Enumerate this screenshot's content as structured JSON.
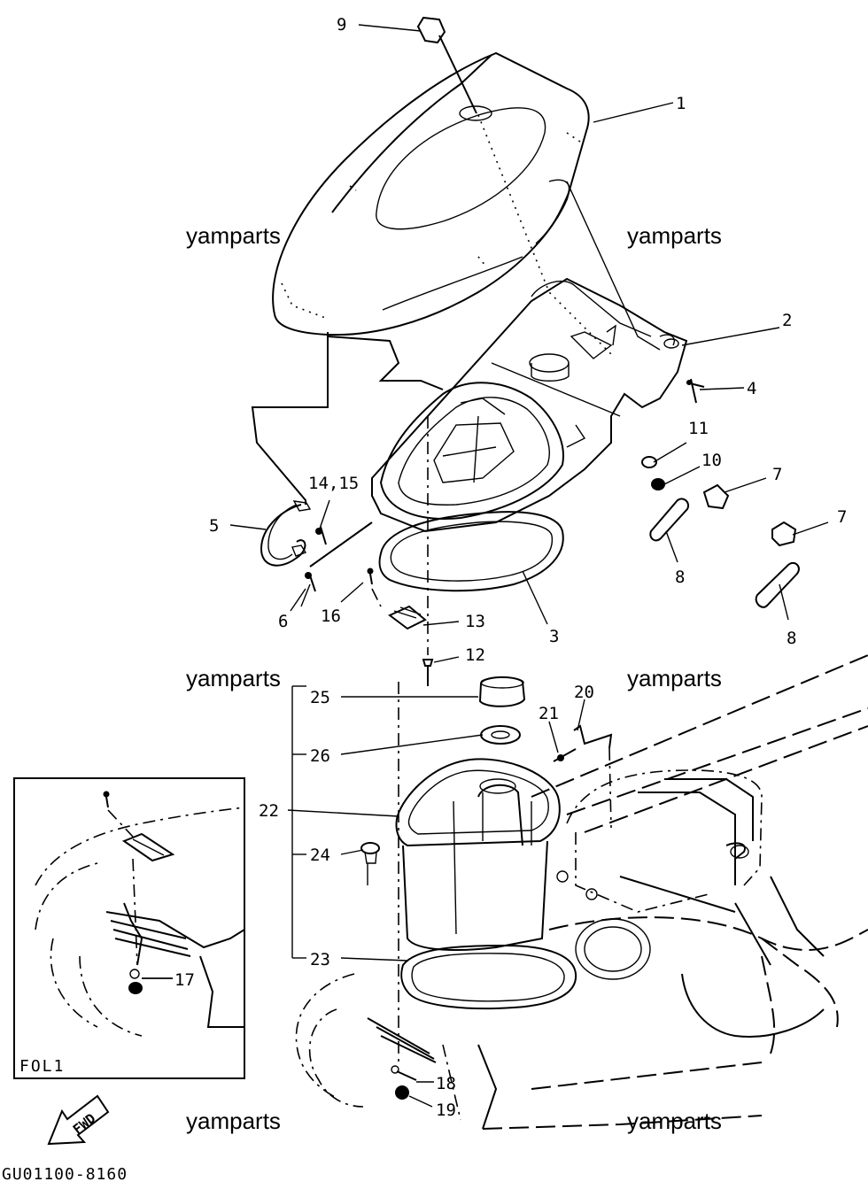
{
  "callouts": {
    "c1": "1",
    "c2": "2",
    "c3": "3",
    "c4": "4",
    "c5": "5",
    "c6": "6",
    "c7a": "7",
    "c7b": "7",
    "c8a": "8",
    "c8b": "8",
    "c9": "9",
    "c10": "10",
    "c11": "11",
    "c12": "12",
    "c13": "13",
    "c1415": "14,15",
    "c16": "16",
    "c17": "17",
    "c18": "18",
    "c19": "19",
    "c20": "20",
    "c21": "21",
    "c22": "22",
    "c23": "23",
    "c24": "24",
    "c25": "25",
    "c26": "26"
  },
  "watermarks": [
    "yamparts",
    "yamparts",
    "yamparts",
    "yamparts",
    "yamparts",
    "yamparts"
  ],
  "inset_label": "FOL1",
  "fwd_label": "FWD",
  "drawing_code": "GU01100-8160"
}
